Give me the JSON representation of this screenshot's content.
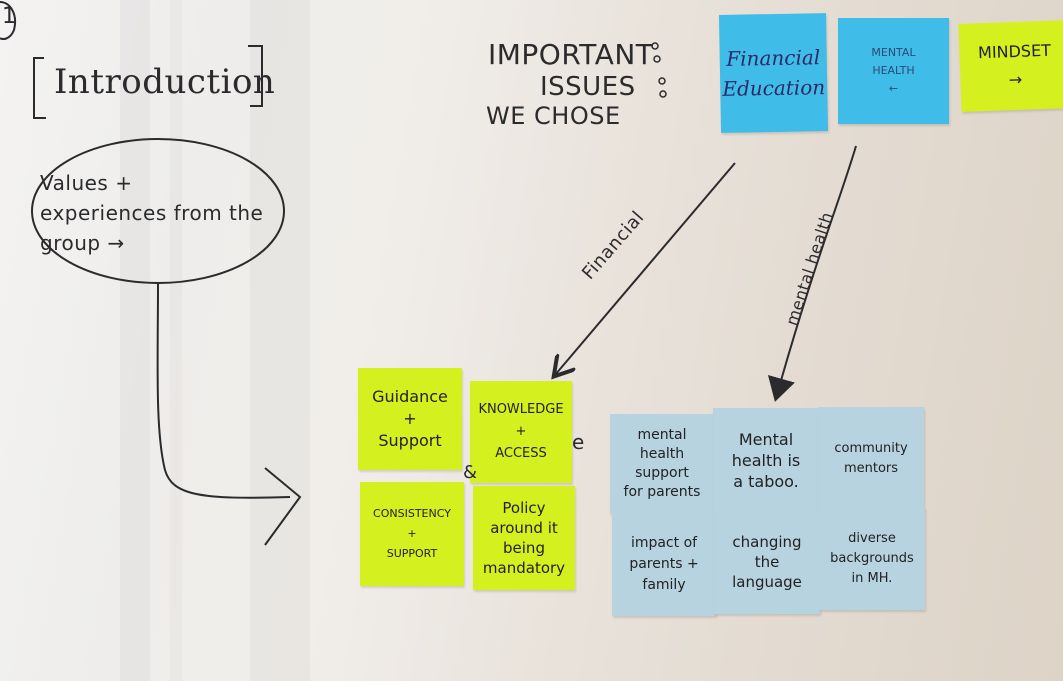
{
  "board": {
    "section_number": "1",
    "intro_title": "Introduction",
    "important_line1": "IMPORTANT",
    "important_line2": "ISSUES",
    "important_line3": "WE CHOSE",
    "circle_text": "Values +\nexperiences from the\ngroup →",
    "arrow_label_financial": "Financial",
    "arrow_label_mental": "mental health",
    "stray_letter": "e",
    "ampersand_mark": "&"
  },
  "top_notes": [
    {
      "text": "Financial\nEducation",
      "color": "#3fbde8"
    },
    {
      "text": "MENTAL\nHEALTH\n←",
      "color": "#3fbde8"
    },
    {
      "text": "MINDSET\n→",
      "color": "#d4f11f"
    }
  ],
  "green_notes": [
    {
      "text": "Guidance\n+\nSupport"
    },
    {
      "text": "KNOWLEDGE\n+\nACCESS"
    },
    {
      "text": "CONSISTENCY\n+\nSUPPORT"
    },
    {
      "text": "Policy\naround it\nbeing\nmandatory"
    }
  ],
  "blue_notes": [
    {
      "text": "mental\nhealth\nsupport\nfor parents"
    },
    {
      "text": "Mental\nhealth is\na taboo."
    },
    {
      "text": "community\nmentors"
    },
    {
      "text": "impact of\nparents +\nfamily"
    },
    {
      "text": "changing\nthe\nlanguage"
    },
    {
      "text": "diverse\nbackgrounds\nin MH."
    }
  ],
  "colors": {
    "ink": "#2b2b2e",
    "green_note": "#d4f11f",
    "blue_note": "#b7d3e0",
    "cyan_note": "#3fbde8"
  }
}
